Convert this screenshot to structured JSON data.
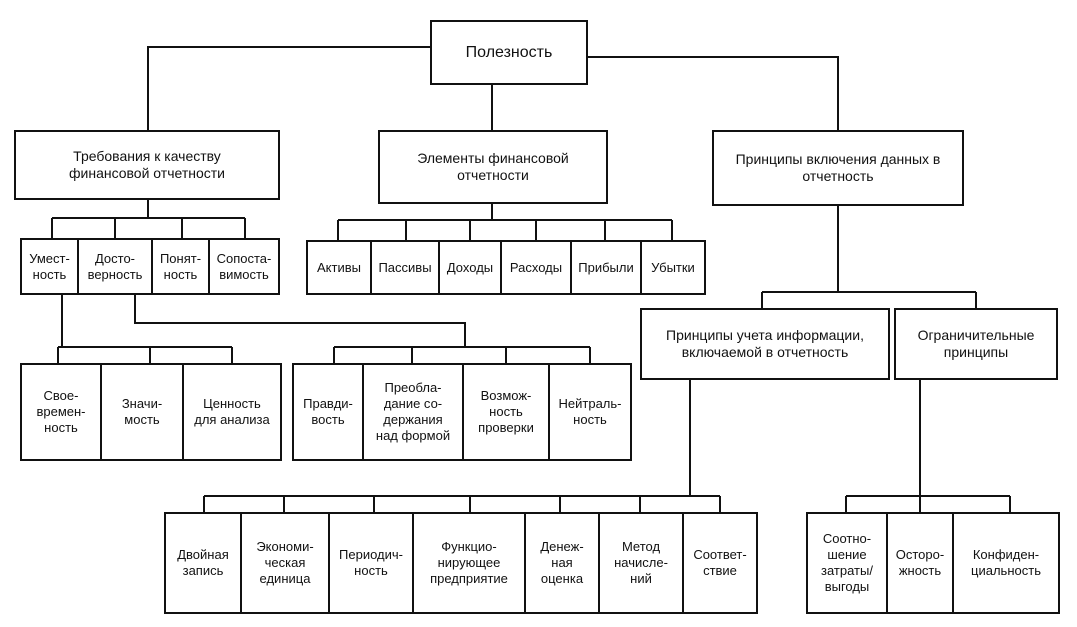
{
  "root": "Полезность",
  "level1": {
    "quality": "Требования к качеству\nфинансовой отчетности",
    "elements": "Элементы финансовой\nотчетности",
    "inclusion": "Принципы включения данных в\nотчетность"
  },
  "quality_items": {
    "relevance": "Умест-\nность",
    "reliability": "Досто-\nверность",
    "understandability": "Понят-\nность",
    "comparability": "Сопоста-\nвимость"
  },
  "relevance_items": {
    "timeliness": "Свое-\nвремен-\nность",
    "materiality": "Значи-\nмость",
    "value": "Ценность\nдля анализа"
  },
  "reliability_items": {
    "faithfulness": "Правди-\nвость",
    "substance": "Преобла-\nдание со-\nдержания\nнад формой",
    "verifiability": "Возмож-\nность\nпроверки",
    "neutrality": "Нейтраль-\nность"
  },
  "element_items": {
    "assets": "Активы",
    "liabilities": "Пассивы",
    "income": "Доходы",
    "expenses": "Расходы",
    "profits": "Прибыли",
    "losses": "Убытки"
  },
  "inclusion_groups": {
    "accounting": "Принципы учета информации,\nвключаемой в отчетность",
    "constraints": "Ограничительные\nпринципы"
  },
  "accounting_items": {
    "double_entry": "Двойная\nзапись",
    "economic_unit": "Экономи-\nческая\nединица",
    "periodicity": "Периодич-\nность",
    "going_concern": "Функцио-\nнирующее\nпредприятие",
    "monetary": "Денеж-\nная\nоценка",
    "accrual": "Метод\nначисле-\nний",
    "matching": "Соответ-\nствие"
  },
  "constraint_items": {
    "cost_benefit": "Соотно-\nшение\nзатраты/\nвыгоды",
    "prudence": "Осторо-\nжность",
    "confidentiality": "Конфиден-\nциальность"
  }
}
